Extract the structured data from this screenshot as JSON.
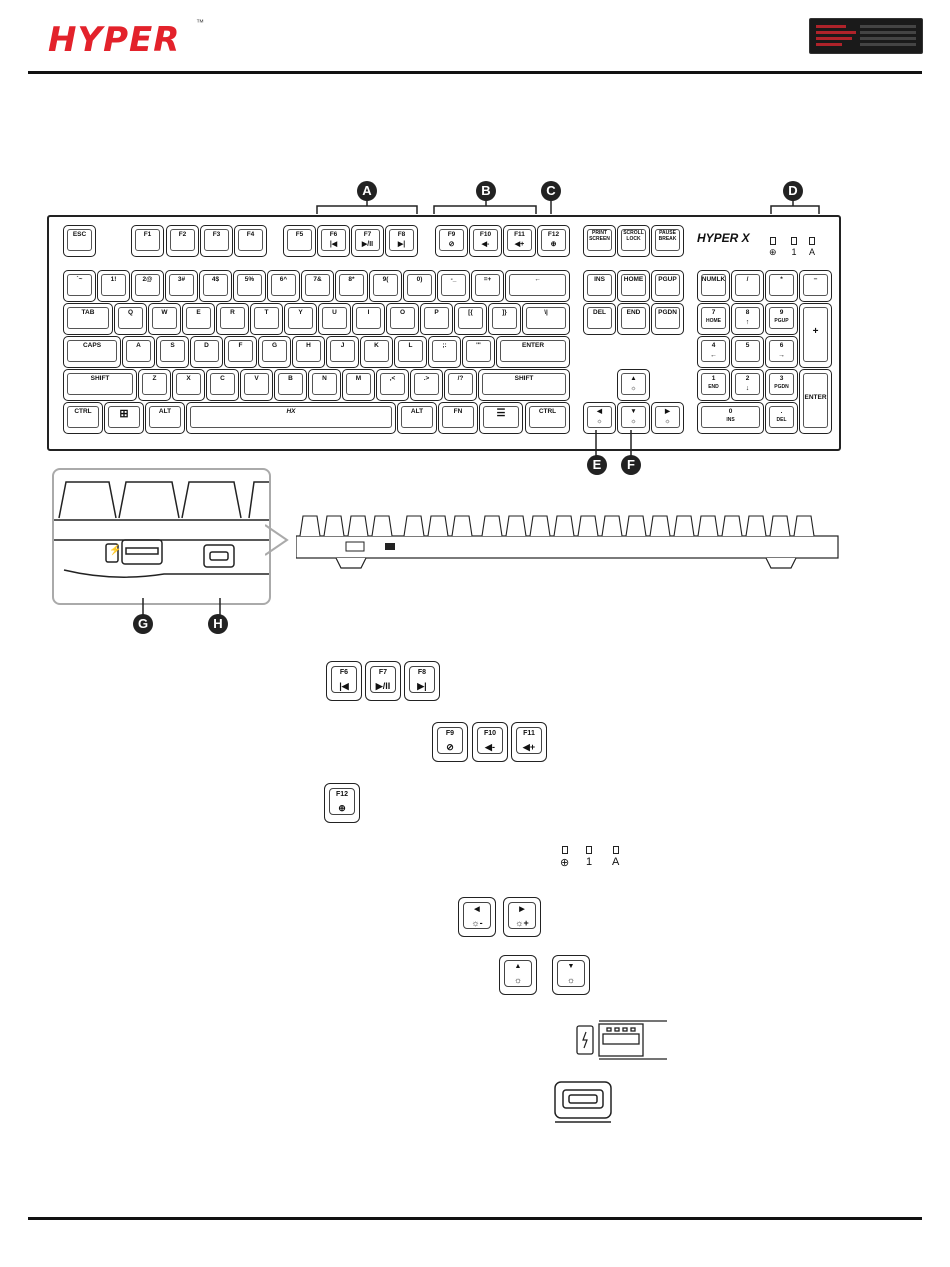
{
  "header": {
    "logo_text": "HYPER",
    "logo_tm": "™",
    "logo_alt": "HyperX",
    "accent": "#e3222b"
  },
  "callouts": {
    "a": "A",
    "b": "B",
    "c": "C",
    "d": "D",
    "e": "E",
    "f": "F",
    "g": "G",
    "h": "H"
  },
  "keyboard": {
    "brand": "HYPER X",
    "fn_row": {
      "esc": "ESC",
      "f1": "F1",
      "f2": "F2",
      "f3": "F3",
      "f4": "F4",
      "f5": "F5",
      "f6": "F6",
      "f6_icon": "|◀",
      "f7": "F7",
      "f7_icon": "▶/II",
      "f8": "F8",
      "f8_icon": "▶|",
      "f9": "F9",
      "f9_icon": "⊘",
      "f10": "F10",
      "f10_icon": "◀-",
      "f11": "F11",
      "f11_icon": "◀+",
      "f12": "F12",
      "f12_icon": "⊕",
      "prtsc": "PRINT SCREEN",
      "scrlk": "SCROLL LOCK",
      "pause": "PAUSE BREAK"
    },
    "leds": {
      "game": "⊕",
      "num": "1",
      "caps": "A"
    },
    "row1": [
      "`~",
      "1!",
      "2@",
      "3#",
      "4$",
      "5%",
      "6^",
      "7&",
      "8*",
      "9(",
      "0)",
      "-_",
      "=+",
      "←"
    ],
    "row2": [
      "TAB",
      "Q",
      "W",
      "E",
      "R",
      "T",
      "Y",
      "U",
      "I",
      "O",
      "P",
      "[{",
      "]}",
      "\\|"
    ],
    "row3": [
      "CAPS",
      "A",
      "S",
      "D",
      "F",
      "G",
      "H",
      "J",
      "K",
      "L",
      ";:",
      "'\"",
      "ENTER"
    ],
    "row4": [
      "SHIFT",
      "Z",
      "X",
      "C",
      "V",
      "B",
      "N",
      "M",
      ",<",
      ".>",
      "/?",
      "SHIFT"
    ],
    "row5": [
      "CTRL",
      "⊞",
      "ALT",
      "HX",
      "ALT",
      "FN",
      "☰",
      "CTRL"
    ],
    "nav": {
      "ins": "INS",
      "home": "HOME",
      "pgup": "PGUP",
      "del": "DEL",
      "end": "END",
      "pgdn": "PGDN"
    },
    "arrows": {
      "up": "▲",
      "left": "◀",
      "down": "▼",
      "right": "▶",
      "sun": "☼"
    },
    "numpad": {
      "numlk": "NUMLK",
      "div": "/",
      "mul": "*",
      "minus": "−",
      "plus": "+",
      "enter": "ENTER",
      "n7": "7",
      "n7s": "HOME",
      "n8": "8",
      "n8s": "↑",
      "n9": "9",
      "n9s": "PGUP",
      "n4": "4",
      "n4s": "←",
      "n5": "5",
      "n5s": "",
      "n6": "6",
      "n6s": "→",
      "n1": "1",
      "n1s": "END",
      "n2": "2",
      "n2s": "↓",
      "n3": "3",
      "n3s": "PGDN",
      "n0": "0",
      "n0s": "INS",
      "dot": ".",
      "dots": "DEL"
    }
  },
  "ports": {
    "charge_icon": "⚡"
  },
  "legend": {
    "a": [
      {
        "label": "F6",
        "icon": "|◀"
      },
      {
        "label": "F7",
        "icon": "▶/II"
      },
      {
        "label": "F8",
        "icon": "▶|"
      }
    ],
    "b": [
      {
        "label": "F9",
        "icon": "⊘"
      },
      {
        "label": "F10",
        "icon": "◀-"
      },
      {
        "label": "F11",
        "icon": "◀+"
      }
    ],
    "c": [
      {
        "label": "F12",
        "icon": "⊕"
      }
    ],
    "d": {
      "game": "⊕",
      "num": "1",
      "caps": "A"
    },
    "e": [
      {
        "label": "◀",
        "icon": "☼-"
      },
      {
        "label": "▶",
        "icon": "☼+"
      }
    ],
    "f": [
      {
        "label": "▲",
        "icon": "☼"
      },
      {
        "label": "▼",
        "icon": "☼"
      }
    ]
  }
}
